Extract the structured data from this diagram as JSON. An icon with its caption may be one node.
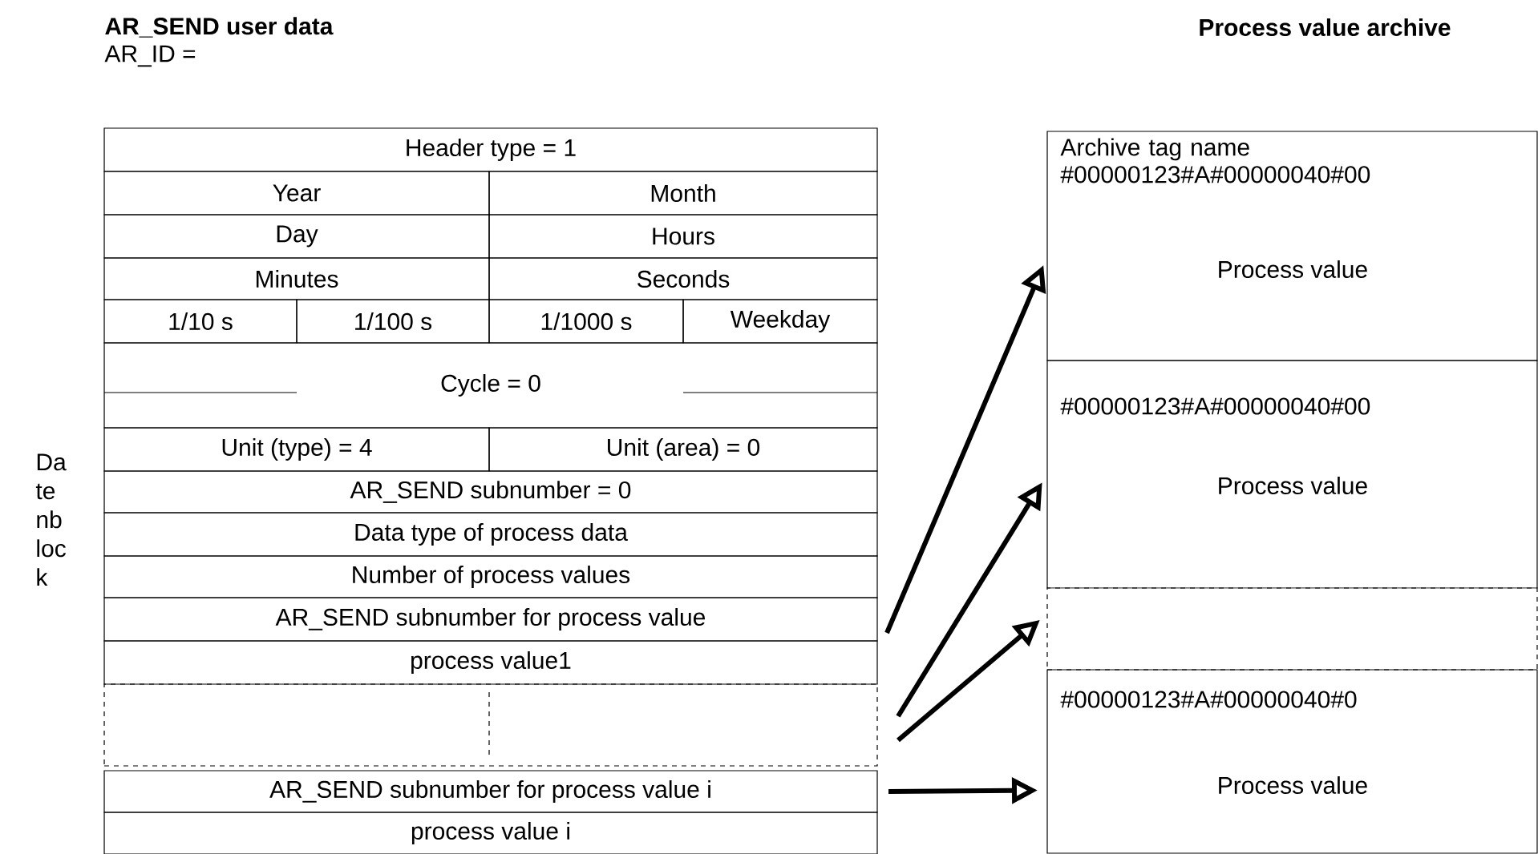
{
  "diagram": {
    "title": "AR_SEND user data",
    "nodes": [
      {
        "text": [
          "Header type = 1"
        ]
      },
      {
        "text": [
          "Year"
        ]
      },
      {
        "text": [
          "Month"
        ]
      },
      {
        "text": [
          "Day"
        ]
      },
      {
        "text": [
          "Hours"
        ]
      },
      {
        "text": [
          "Minutes"
        ]
      },
      {
        "text": [
          "Seconds"
        ]
      },
      {
        "text": [
          "1/10 s"
        ]
      },
      {
        "text": [
          "1/100 s"
        ]
      },
      {
        "text": [
          "1/1000 s"
        ]
      },
      {
        "text": [
          "Weekday"
        ]
      },
      {
        "text": [
          "Cycle = 0"
        ]
      },
      {
        "text": [
          "Unit (type) = 4"
        ]
      },
      {
        "text": [
          "Unit (area) = 0"
        ]
      },
      {
        "text": [
          "AR_SEND subnumber = 0"
        ]
      },
      {
        "text": [
          "Data type of process data"
        ]
      },
      {
        "text": [
          "Number of process values"
        ]
      },
      {
        "text": [
          "AR_SEND subnumber for process value"
        ]
      },
      {
        "text": [
          "process value1"
        ]
      },
      {
        "text": [],
        "shape": "box"
      },
      {
        "text": [
          "AR_SEND subnumber for process value i"
        ]
      },
      {
        "text": [
          "process value i"
        ]
      },
      {
        "text": [
          "Archive tag name #00000123#A#00000040#00",
          "Process value"
        ]
      },
      {
        "text": [
          "#00000123#A#00000040#00",
          "Process value"
        ]
      },
      {
        "text": [],
        "shape": "box"
      },
      {
        "text": [
          "#00000123#A#00000040#0",
          "Process value"
        ]
      }
    ],
    "edges": [
      {
        "from": 17,
        "to": 22,
        "arrow": "to"
      },
      {
        "from": 19,
        "to": 23,
        "arrow": "to"
      },
      {
        "from": 19,
        "to": 24,
        "arrow": "to"
      },
      {
        "from": 20,
        "to": 25,
        "arrow": "to"
      }
    ],
    "labels": [
      "AR_ID =",
      "Process value archive",
      "Da te nb loc k"
    ]
  }
}
